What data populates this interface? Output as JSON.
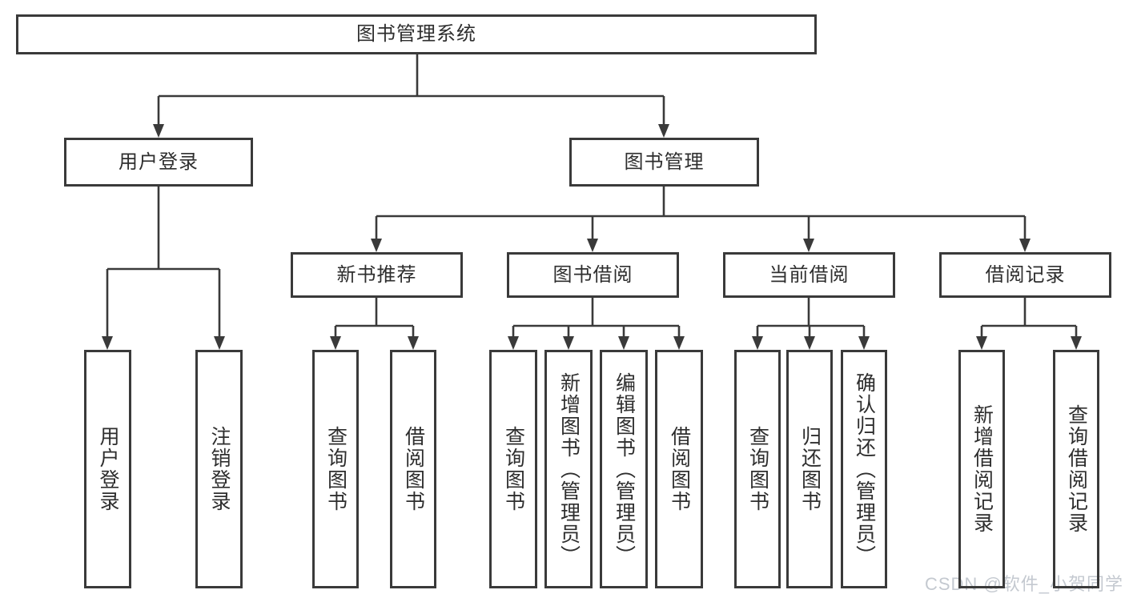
{
  "tree": {
    "label": "图书管理系统",
    "children": [
      {
        "label": "用户登录",
        "children": [
          {
            "label": "用户登录"
          },
          {
            "label": "注销登录"
          }
        ]
      },
      {
        "label": "图书管理",
        "children": [
          {
            "label": "新书推荐",
            "children": [
              {
                "label": "查询图书"
              },
              {
                "label": "借阅图书"
              }
            ]
          },
          {
            "label": "图书借阅",
            "children": [
              {
                "label": "查询图书"
              },
              {
                "label": "新增图书（管理员）"
              },
              {
                "label": "编辑图书（管理员）"
              },
              {
                "label": "借阅图书"
              }
            ]
          },
          {
            "label": "当前借阅",
            "children": [
              {
                "label": "查询图书"
              },
              {
                "label": "归还图书"
              },
              {
                "label": "确认归还（管理员）"
              }
            ]
          },
          {
            "label": "借阅记录",
            "children": [
              {
                "label": "新增借阅记录"
              },
              {
                "label": "查询借阅记录"
              }
            ]
          }
        ]
      }
    ]
  },
  "watermark": {
    "text": "CSDN @软件_小贺同学"
  },
  "colors": {
    "line": "#3a3a3a",
    "border": "#3a3a3a",
    "text": "#2e2e2e",
    "watermark": "#c4c9d0",
    "bg": "#ffffff"
  }
}
